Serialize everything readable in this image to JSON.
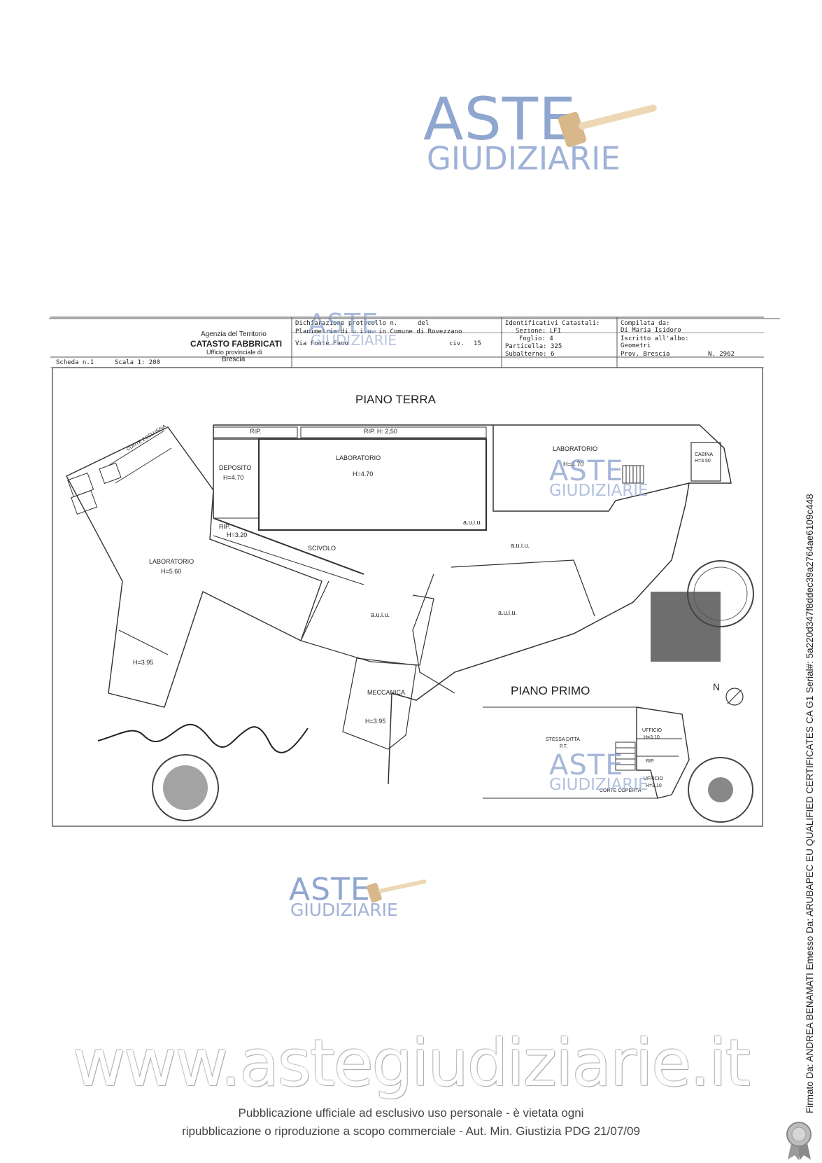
{
  "watermark": {
    "aste": "ASTE",
    "giudiziarie": "GIUDIZIARIE",
    "url": "www.astegiudiziarie.it"
  },
  "header": {
    "agency": "Agenzia del Territorio",
    "catasto": "CATASTO FABBRICATI",
    "ufficio": "Ufficio provinciale di",
    "city": "Brescia",
    "dichiarazione": "Dichiarazione protocollo n.",
    "del": "del",
    "planimetria": "Planimetria di u.i.u. in Comune di Rovezzano",
    "via": "Via Fonte Fano",
    "civ_label": "civ.",
    "civ": "15",
    "scheda": "Scheda n.1",
    "scala": "Scala 1: 200",
    "identificativi_title": "Identificativi Catastali:",
    "sezione": "Sezione: LFI",
    "foglio": "Foglio: 4",
    "particella": "Particella: 325",
    "subalterno": "Subalterno: 6",
    "compilata_title": "Compilata da:",
    "compilatore": "Di Maria Isidoro",
    "iscritto": "Iscritto all'albo:",
    "albo": "Geometri",
    "prov": "Prov. Brescia",
    "numero": "N. 2962"
  },
  "plan": {
    "piano_terra": "PIANO TERRA",
    "piano_primo": "PIANO PRIMO",
    "rooms": {
      "rip": "RIP.",
      "rip_h250": "RIP. H: 2,50",
      "laboratorio": "LABORATORIO",
      "deposito": "DEPOSITO",
      "h470": "H=4.70",
      "h560": "H=5.60",
      "h395": "H=3.95",
      "h320": "H=3.20",
      "h350": "H=3.50",
      "h310": "H=3.10",
      "h210": "H=2.10",
      "cabina": "CABINA",
      "scivolo": "SCIVOLO",
      "auiu": "a.u.i.u.",
      "meccanica": "MECCANICA",
      "corte_esclusiva": "CORTE ESCLUSIVA",
      "stessa_ditta": "STESSA DITTA",
      "pt": "P.T.",
      "ufficio": "UFFICIO",
      "corte_coperta": "CORTE COPERTA"
    },
    "north": "N"
  },
  "signature": {
    "side_text": "Firmato Da: ANDREA BENAMATI Emesso Da: ARUBAPEC EU QUALIFIED CERTIFICATES CA G1 Serial#: 5a220d347f8ddec39a2764ae6109c448"
  },
  "footer": {
    "line1": "Pubblicazione ufficiale ad esclusivo uso personale - è vietata ogni",
    "line2": "ripubblicazione o riproduzione a scopo commerciale - Aut. Min. Giustizia PDG 21/07/09"
  },
  "colors": {
    "watermark_blue": "#8fa6cf",
    "gavel": "#e2c89c"
  }
}
